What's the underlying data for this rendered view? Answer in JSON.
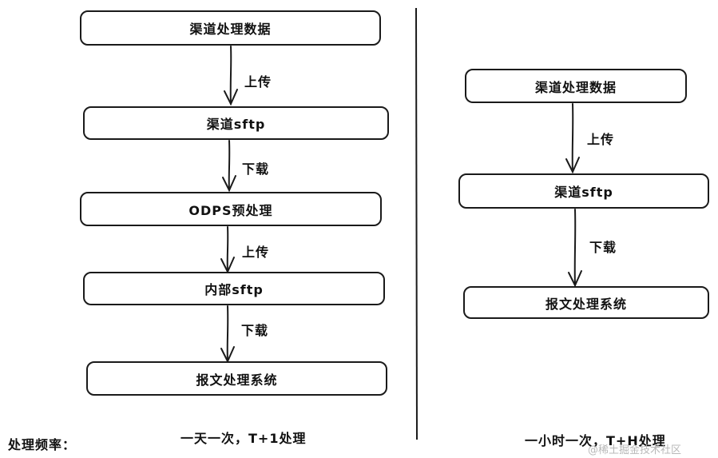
{
  "left_flow": {
    "boxes": [
      "渠道处理数据",
      "渠道sftp",
      "ODPS预处理",
      "内部sftp",
      "报文处理系统"
    ],
    "arrow_labels": [
      "上传",
      "下载",
      "上传",
      "下载"
    ]
  },
  "right_flow": {
    "boxes": [
      "渠道处理数据",
      "渠道sftp",
      "报文处理系统"
    ],
    "arrow_labels": [
      "上传",
      "下载"
    ]
  },
  "footer": {
    "frequency_label": "处理频率：",
    "left_caption": "一天一次，T+1处理",
    "right_caption": "一小时一次，T+H处理",
    "watermark": "@稀土掘金技术社区"
  }
}
